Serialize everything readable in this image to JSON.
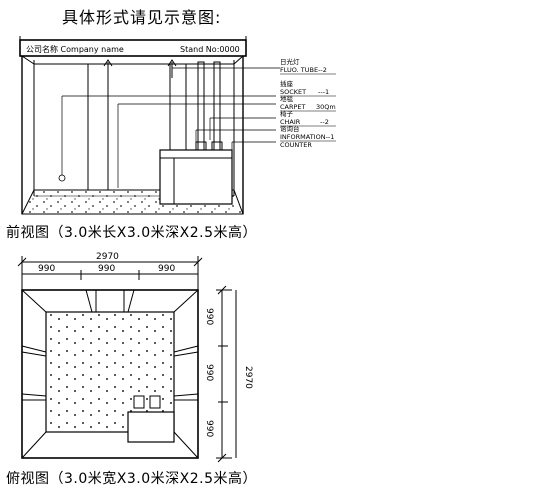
{
  "title": "具体形式请见示意图:",
  "front_view": {
    "fascia_name": "公司名称 Company name",
    "stand_no": "Stand No:0000",
    "caption": "前视图（3.0米长X3.0米深X2.5米高）",
    "legend": {
      "light_cn": "日光灯",
      "light_en": "FLUO. TUBE--2",
      "socket_cn": "插座",
      "socket_en": "SOCKET",
      "socket_qty": "---1",
      "carpet_cn": "地毯",
      "carpet_en": "CARPET",
      "carpet_qty": "30Qm",
      "chair_cn": "椅子",
      "chair_en": "CHAIR",
      "chair_qty": "--2",
      "info_cn": "谘询台",
      "info_en": "INFORMATION--1",
      "counter_en": "COUNTER"
    }
  },
  "top_view": {
    "caption": "俯视图（3.0米宽X3.0米深X2.5米高）",
    "total_width": "2970",
    "seg_w1": "990",
    "seg_w2": "990",
    "seg_w3": "990",
    "total_depth": "2970",
    "seg_d1": "990",
    "seg_d2": "990",
    "seg_d3": "990"
  }
}
